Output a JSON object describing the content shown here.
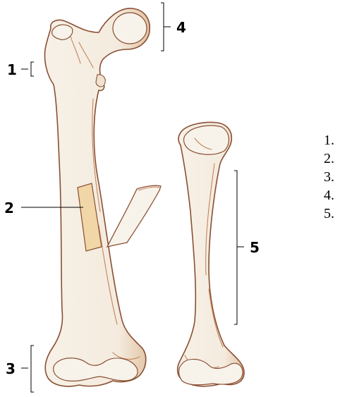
{
  "colors": {
    "bone_fill": "#f6efe4",
    "bone_outline": "#8a4f33",
    "bone_shading": "#c4855c",
    "cut_section": "#f1d6a7",
    "leader_lines": "#000000"
  },
  "callouts": [
    {
      "id": "1",
      "label": "1"
    },
    {
      "id": "2",
      "label": "2"
    },
    {
      "id": "3",
      "label": "3"
    },
    {
      "id": "4",
      "label": "4"
    },
    {
      "id": "5",
      "label": "5"
    }
  ],
  "answer_list": [
    "1.",
    "2.",
    "3.",
    "4.",
    "5."
  ]
}
